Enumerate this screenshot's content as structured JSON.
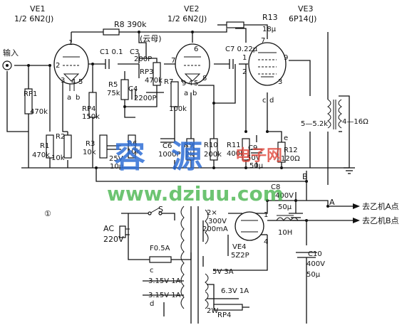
{
  "tubes": {
    "ve1": {
      "name": "VE1",
      "type": "1/2 6N2(J)",
      "pins": [
        "1",
        "2",
        "3",
        "4",
        "5",
        "a",
        "b"
      ]
    },
    "ve2": {
      "name": "VE2",
      "type": "1/2 6N2(J)",
      "pins": [
        "6",
        "7",
        "8",
        "9",
        "4",
        "5",
        "a",
        "b"
      ]
    },
    "ve3": {
      "name": "VE3",
      "type": "6P14(J)",
      "pins": [
        "1",
        "2",
        "3",
        "7",
        "9",
        "c",
        "d"
      ]
    }
  },
  "components": {
    "r8": "R8 390k",
    "mica": "(云母)",
    "c1": "C1 0.1",
    "c3": "C3",
    "c3v": "200P",
    "rp3": "RP3",
    "rp3v": "470k",
    "r5": "R5",
    "r5v": "75k",
    "c4": "C4",
    "c4v": "2200P",
    "rp4": "RP4",
    "rp4v": "150k",
    "r7": "R7",
    "r7v": "100k",
    "c7": "C7 0.22µ",
    "r13": "R13",
    "r13v": "18µ",
    "input": "输入",
    "rp1": "RP1",
    "rp1v": "470k",
    "r2": "R2",
    "r2v": "10k",
    "r1": "R1",
    "r1v": "470k",
    "r3": "R3",
    "r3v": "10k",
    "c2v": "25V",
    "c2c": "10µ",
    "r6": "R6",
    "r6v": "10k",
    "c6": "C6",
    "c6v": "1000P",
    "r9": "R9",
    "r9v": "2k",
    "r10": "R10",
    "r10v": "200k",
    "r11": "R11",
    "r11v": "400k",
    "c9v": "C9",
    "c9x": "50V",
    "c9c": "50µ",
    "r12": "R12",
    "r12v": "120Ω",
    "e": "e",
    "z1": "5—5.2k",
    "z2": "4—16Ω",
    "b": "B",
    "a": "A",
    "c8": "C8",
    "c8v": "400V",
    "c8c": "50µ",
    "outa": "去乙机A点",
    "outb": "去乙机B点",
    "circle1": "①",
    "s": "S",
    "ac": "AC",
    "acv": "220V",
    "fuse": "F0.5A",
    "t1": "2×",
    "t2": "300V",
    "t3": "200mA",
    "ve4": "VE4",
    "ve4t": "5Z2P",
    "choke": "10H",
    "c10": "C10",
    "c10v": "400V",
    "c10c": "50µ",
    "v5": "5V  3A",
    "c": "c",
    "d": "d",
    "f1": "3.15V 1A",
    "f2": "3.15V 1A",
    "f3": "6.3V  1A",
    "rp4b": "RP4",
    "w2": "2W",
    "pin1": "1",
    "pin4": "4"
  },
  "watermark": {
    "cn1": "容",
    "cn2": "源",
    "sub": "电子网",
    "url": "www.dziuu.com"
  }
}
